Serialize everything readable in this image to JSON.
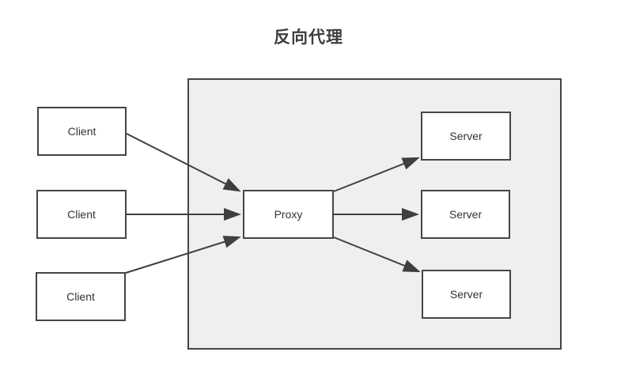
{
  "title": "反向代理",
  "diagram": {
    "nodes": {
      "clients": [
        {
          "id": "client-1",
          "label": "Client"
        },
        {
          "id": "client-2",
          "label": "Client"
        },
        {
          "id": "client-3",
          "label": "Client"
        }
      ],
      "proxy": {
        "id": "proxy",
        "label": "Proxy"
      },
      "servers": [
        {
          "id": "server-1",
          "label": "Server"
        },
        {
          "id": "server-2",
          "label": "Server"
        },
        {
          "id": "server-3",
          "label": "Server"
        }
      ]
    },
    "edges": [
      {
        "from": "client-1",
        "to": "proxy"
      },
      {
        "from": "client-2",
        "to": "proxy"
      },
      {
        "from": "client-3",
        "to": "proxy"
      },
      {
        "from": "proxy",
        "to": "server-1"
      },
      {
        "from": "proxy",
        "to": "server-2"
      },
      {
        "from": "proxy",
        "to": "server-3"
      }
    ],
    "colors": {
      "background": "#ffffff",
      "zone_fill": "#efefef",
      "stroke": "#3f3f3f",
      "node_fill": "#ffffff",
      "text": "#333333"
    }
  }
}
